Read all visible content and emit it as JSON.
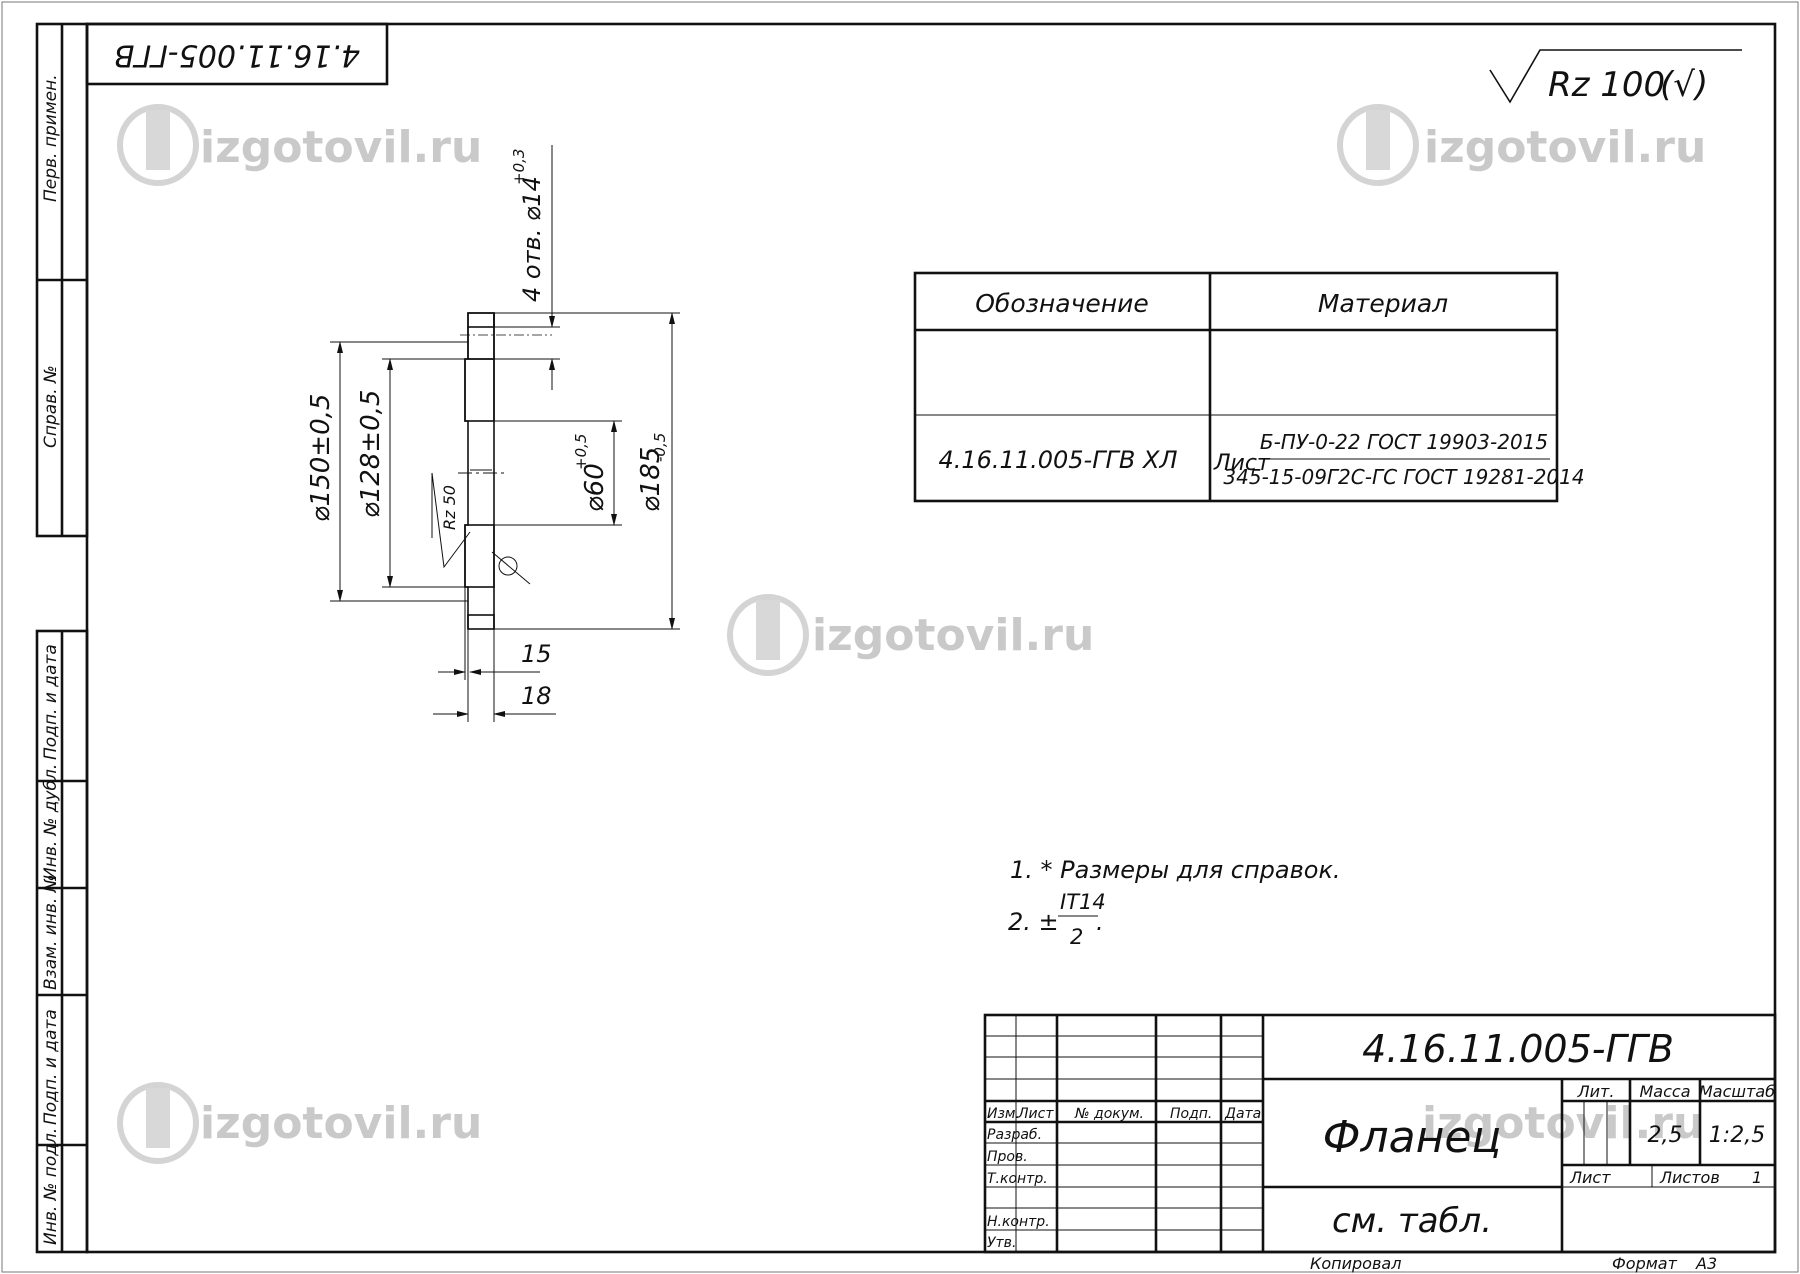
{
  "drawing": {
    "code_rotated": "4.16.11.005-ГГВ",
    "roughness": {
      "prefix": "Rz 100",
      "suffix": "(√)"
    },
    "side_labels": {
      "perv_primen": "Перв. примен.",
      "sprav_no": "Справ. №",
      "podp_data_top": "Подп. и дата",
      "inv_dubl": "Инв. № дубл.",
      "vzam_inv": "Взам. инв. №",
      "podp_data_bottom": "Подп. и дата",
      "inv_podl": "Инв. № подл."
    },
    "dimensions": {
      "holes": "4 отв. ⌀14",
      "holes_tol": "+0,3",
      "d150": "⌀150±0,5",
      "d128": "⌀128±0,5",
      "d60": "⌀60",
      "d60_tol": "+0,5",
      "d185": "⌀185",
      "d185_tol": "-0,5",
      "rz50": "Rz 50",
      "w15": "15",
      "w18": "18"
    },
    "table": {
      "headers": [
        "Обозначение",
        "Материал"
      ],
      "row_designation": "4.16.11.005-ГГВ ХЛ",
      "material_prefix": "Лист",
      "material_top": "Б-ПУ-0-22 ГОСТ 19903-2015",
      "material_bottom": "345-15-09Г2С-ГС ГОСТ 19281-2014"
    },
    "notes": {
      "note1": "1.  * Размеры для справок.",
      "note2_prefix": "2.  ±",
      "note2_num": "IT14",
      "note2_den": "2",
      "note2_suffix": "."
    },
    "title_block": {
      "code": "4.16.11.005-ГГВ",
      "name": "Фланец",
      "material": "см. табл.",
      "col_izm": "Изм.",
      "col_list": "Лист",
      "col_doc": "№ докум.",
      "col_podp": "Подп.",
      "col_data": "Дата",
      "razrab": "Разраб.",
      "prov": "Пров.",
      "tkontr": "Т.контр.",
      "nkontr": "Н.контр.",
      "utv": "Утв.",
      "lit": "Лит.",
      "massa": "Масса",
      "masshtab": "Масштаб",
      "massa_value": "2,5",
      "scale_value": "1:2,5",
      "list_label": "Лист",
      "listov_label": "Листов",
      "listov_value": "1"
    },
    "footer": {
      "kopiroval": "Копировал",
      "format_label": "Формат",
      "format_value": "А3"
    },
    "watermark": "izgotovil.ru"
  }
}
